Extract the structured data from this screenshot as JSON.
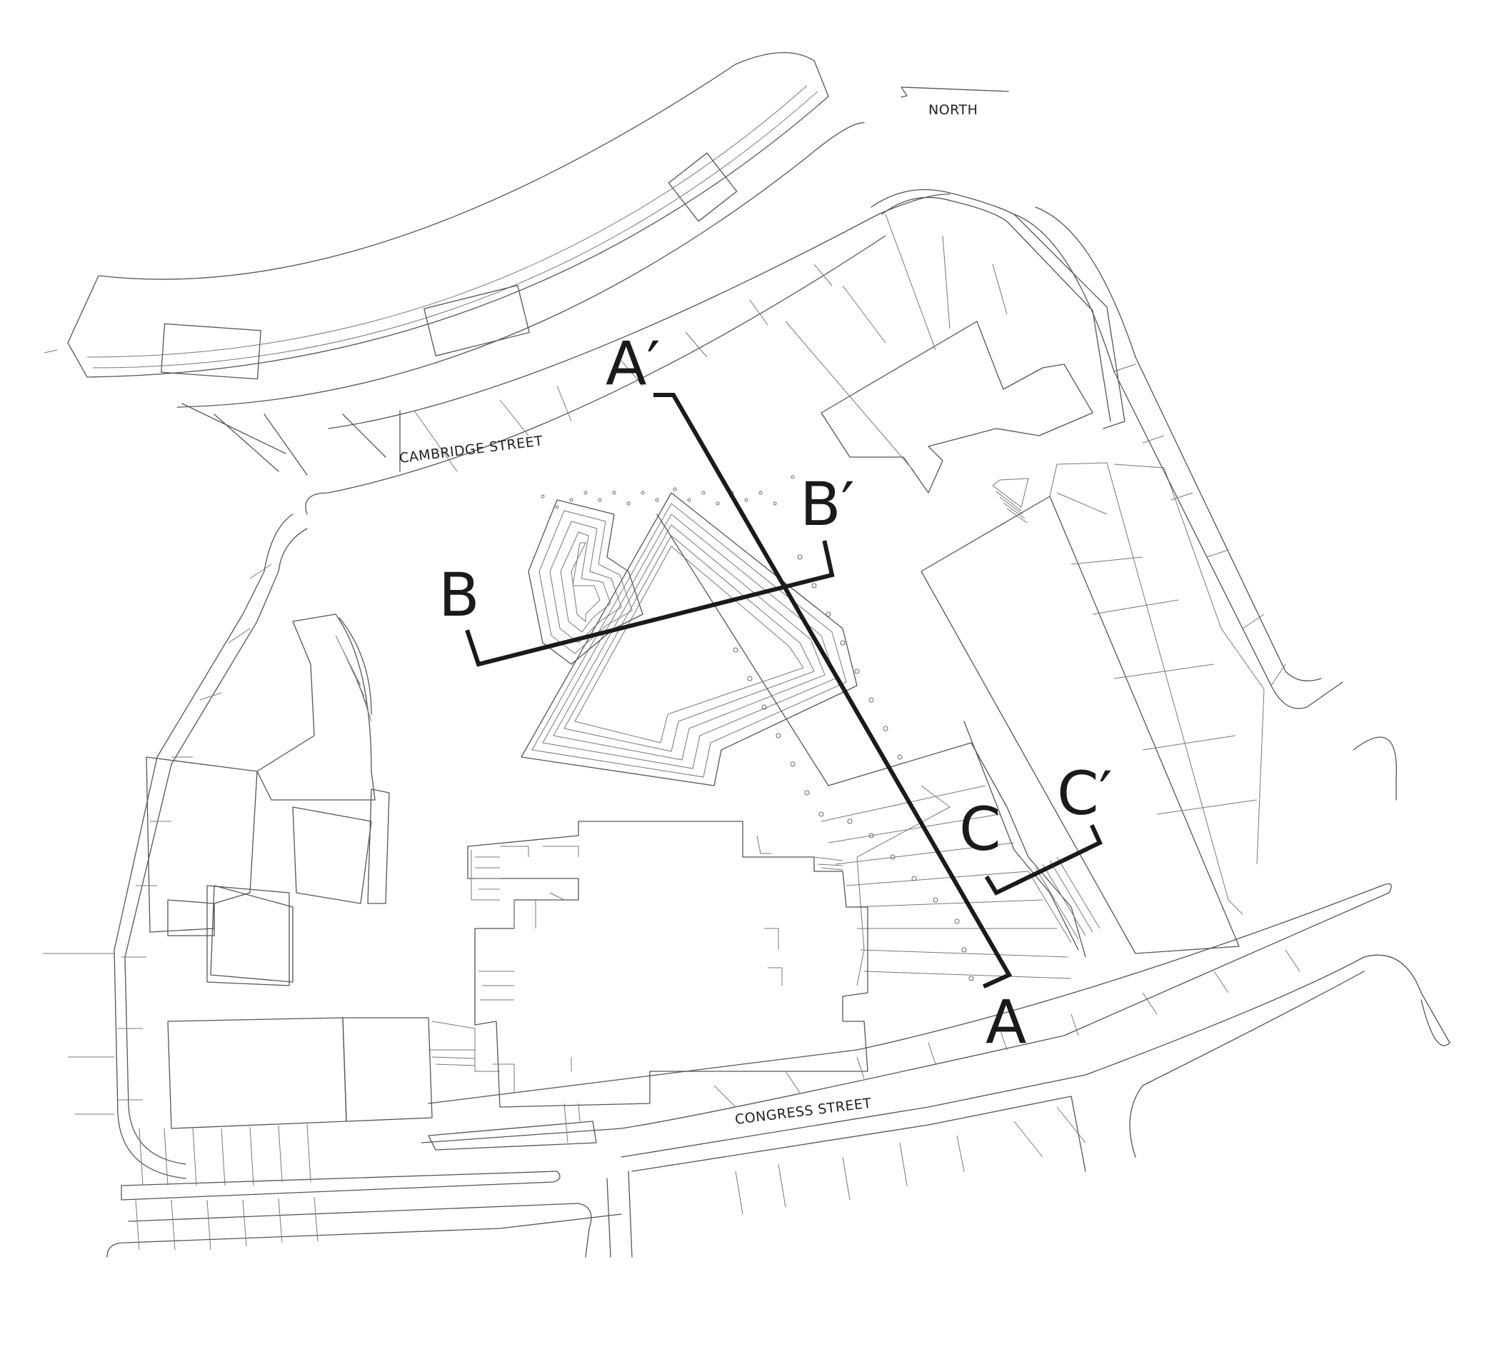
{
  "plan": {
    "north_label": "NORTH",
    "streets": {
      "cambridge": "CAMBRIDGE STREET",
      "congress": "CONGRESS STREET"
    },
    "sections": {
      "a": "A",
      "a_prime": "A′",
      "b": "B",
      "b_prime": "B′",
      "c": "C",
      "c_prime": "C′"
    }
  }
}
